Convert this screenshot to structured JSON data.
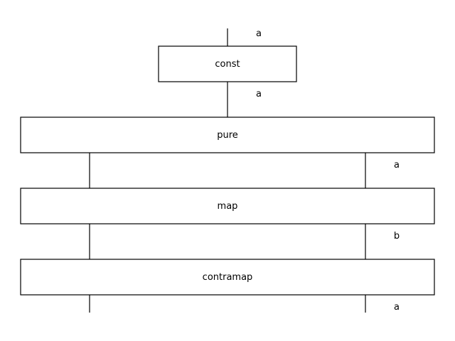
{
  "diagram": {
    "boxes": [
      {
        "id": "const",
        "label": "const"
      },
      {
        "id": "pure",
        "label": "pure"
      },
      {
        "id": "map",
        "label": "map"
      },
      {
        "id": "contramap",
        "label": "contramap"
      }
    ],
    "wire_labels": {
      "input": "a",
      "const_out": "a",
      "pure_out_right": "a",
      "map_out_right": "b",
      "contramap_out_right": "a"
    }
  }
}
